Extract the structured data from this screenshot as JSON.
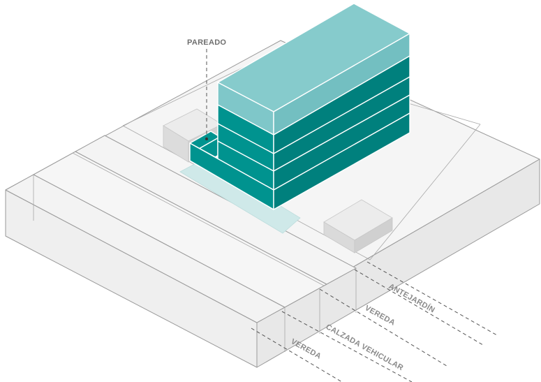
{
  "labels": {
    "pareado": "PAREADO",
    "antejardin": "ANTEJARDÍN",
    "vereda_upper": "VEREDA",
    "calzada": "CALZADA VEHICULAR",
    "vereda_lower": "VEREDA"
  },
  "colors": {
    "building_top": "#7fc7c9",
    "building_front": "#00938f",
    "building_side": "#00807d",
    "footprint": "#cfe9e9",
    "ground": "#f4f4f4",
    "ground_edge": "#e9e9e9",
    "neighbor": "#e2e2e2"
  }
}
